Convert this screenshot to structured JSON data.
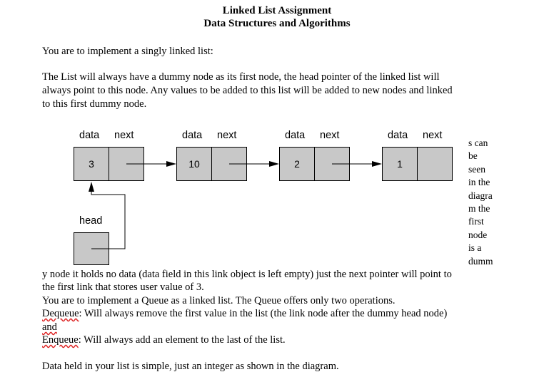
{
  "title": {
    "line1": "Linked List Assignment",
    "line2": "Data Structures and Algorithms"
  },
  "intro": "You are to implement a singly linked list:",
  "paragraph1": {
    "line1": "The List will always have a dummy node as its first node, the head pointer of the linked list will",
    "line2": "always point to this node. Any values to be added to this list will be added to new nodes and linked",
    "line3": "to this first dummy node."
  },
  "diagram": {
    "data_label": "data",
    "next_label": "next",
    "head_label": "head",
    "nodes": [
      {
        "value": "3"
      },
      {
        "value": "10"
      },
      {
        "value": "2"
      },
      {
        "value": "1"
      }
    ]
  },
  "side_text": [
    "s can",
    "be",
    "seen",
    "in the",
    "diagra",
    "m the",
    "first",
    "node",
    "is a",
    "dumm"
  ],
  "paragraph2": {
    "line1": "y node it holds no data (data field in this link object is left empty) just the next pointer will point to",
    "line2": "the first link that stores user value of 3.",
    "line3": "You are to implement a Queue as a linked list. The Queue offers only two operations.",
    "dequeue_term": "Dequeue",
    "dequeue_desc": ": Will always remove the first value in the list (the link node after the dummy head node)",
    "and_word": "and",
    "enqueue_term": "Enqueue",
    "enqueue_desc": ": Will always add an element to the last of the list."
  },
  "final_line": "Data held in your list is simple, just an integer as shown in the diagram."
}
